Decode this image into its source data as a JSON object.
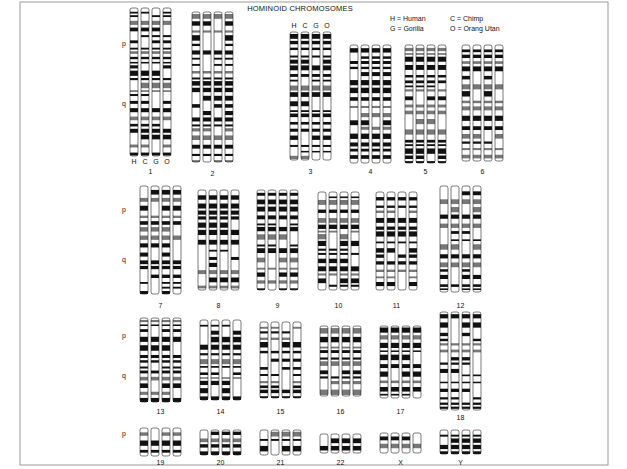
{
  "diagram": {
    "title": "HOMINOID CHROMOSOMES",
    "labels": [
      "H = Human",
      "C = Chimp",
      "G = Gorilla",
      "O = Orang Utan",
      "H",
      "C",
      "G",
      "O",
      "H",
      "C",
      "G",
      "O",
      "1",
      "2",
      "3",
      "4",
      "5",
      "6",
      "7",
      "8",
      "9",
      "10",
      "11",
      "12",
      "13",
      "14",
      "15",
      "16",
      "17",
      "18",
      "19",
      "20",
      "21",
      "22",
      "X",
      "Y",
      "p",
      "q",
      "p",
      "q",
      "p",
      "q",
      "p"
    ]
  }
}
